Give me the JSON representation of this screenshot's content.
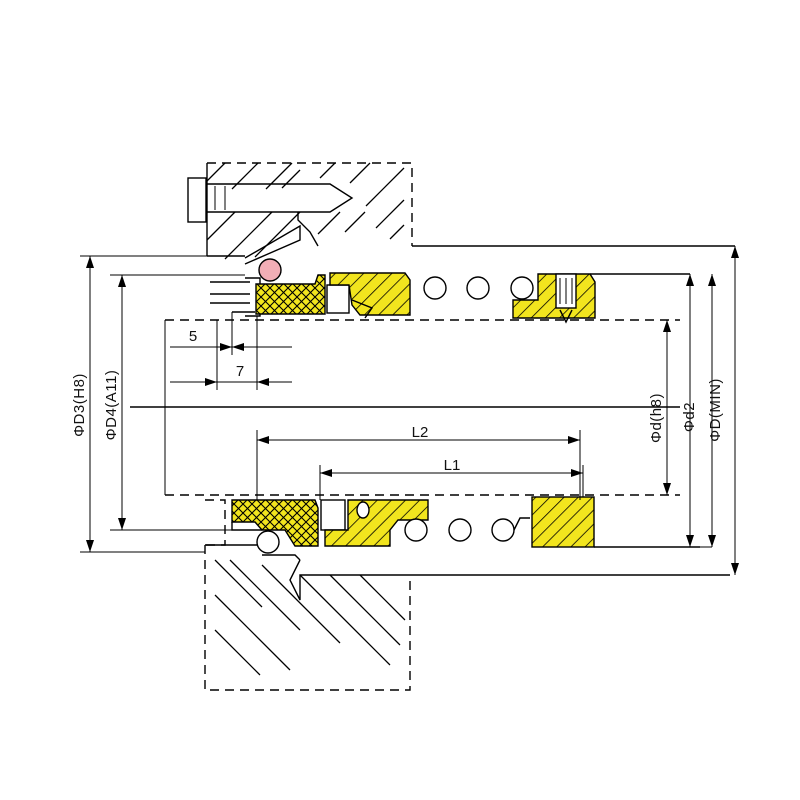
{
  "diagram": {
    "labels": {
      "phi_D3": "ΦD3(H8)",
      "phi_D4": "ΦD4(A11)",
      "phi_d": "Φd(h8)",
      "phi_d2": "Φd2",
      "phi_D": "ΦD(MIN)",
      "L1": "L1",
      "L2": "L2",
      "dim_5": "5",
      "dim_7": "7"
    },
    "colors": {
      "seal_face": "#f2e51e",
      "o_ring_top": "#f2aeb6",
      "line": "#000000",
      "background": "#ffffff"
    }
  }
}
